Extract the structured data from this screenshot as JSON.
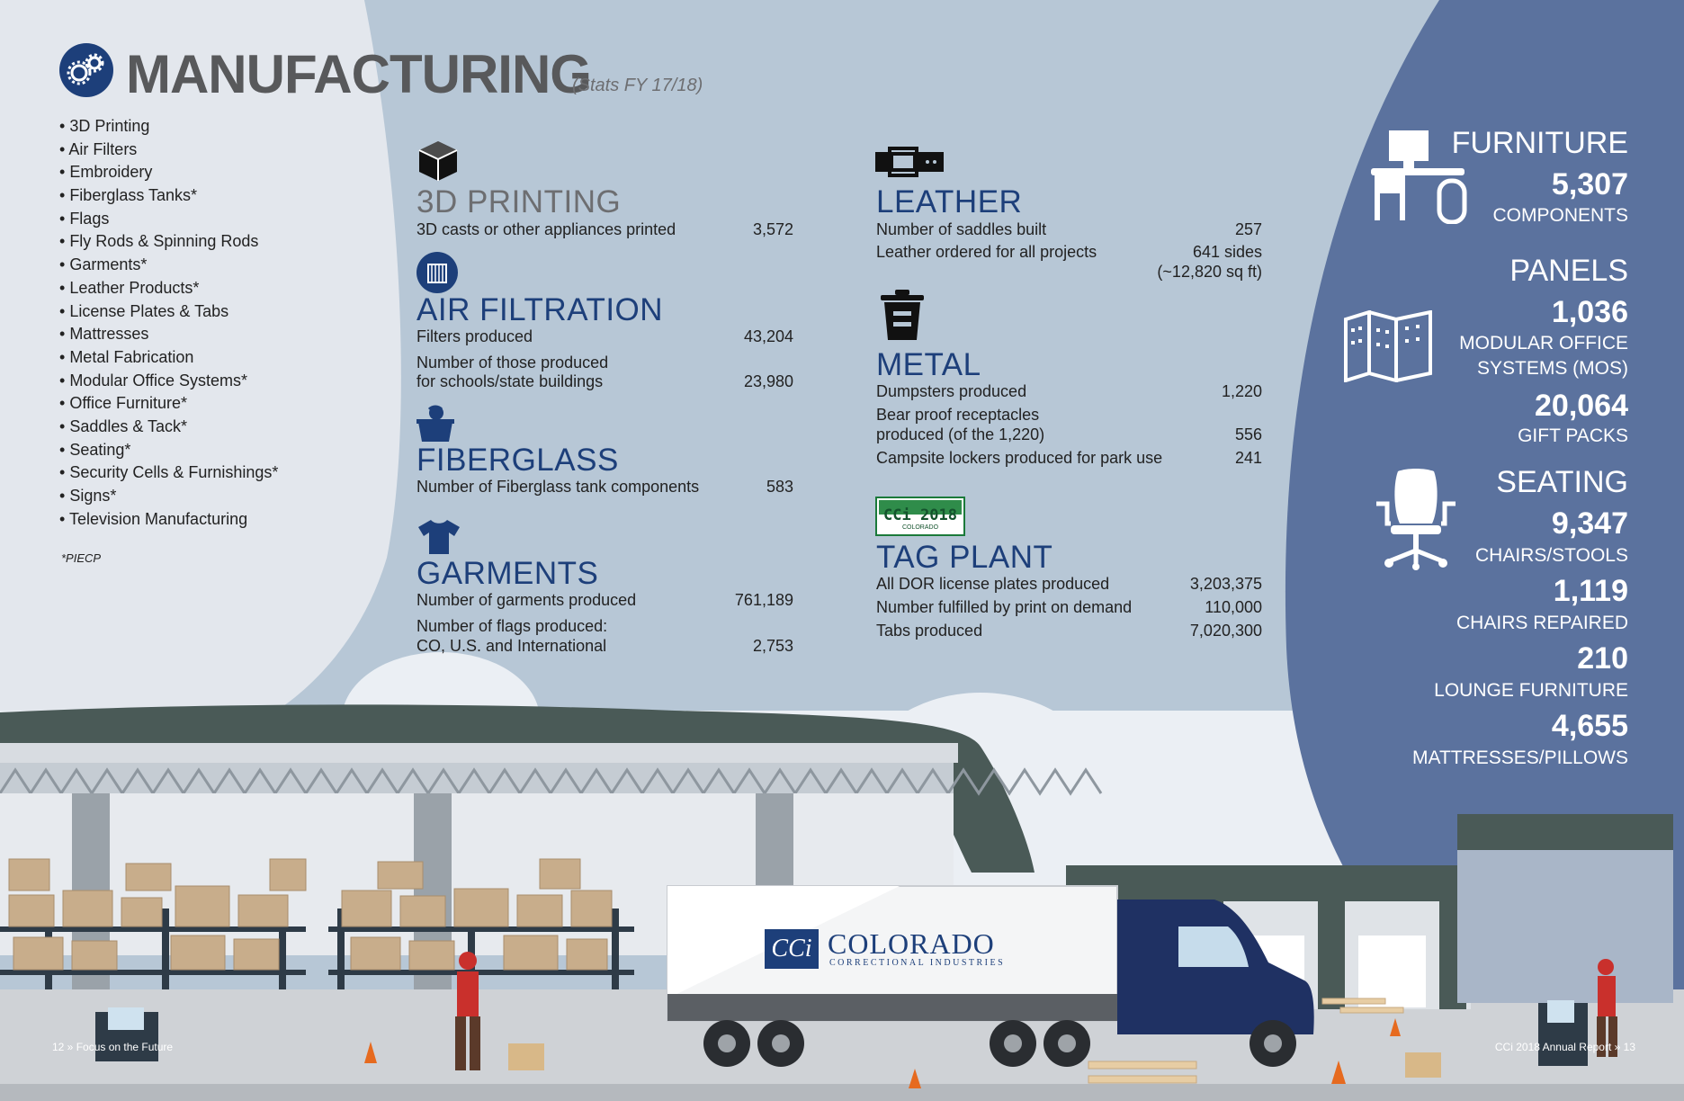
{
  "header": {
    "title": "MANUFACTURING",
    "subtitle": "(Stats FY 17/18)"
  },
  "products": [
    "3D Printing",
    "Air Filters",
    "Embroidery",
    "Fiberglass Tanks*",
    "Flags",
    "Fly Rods & Spinning Rods",
    "Garments*",
    "Leather Products*",
    "License Plates & Tabs",
    "Mattresses",
    "Metal Fabrication",
    "Modular Office Systems*",
    "Office Furniture*",
    "Saddles & Tack*",
    "Seating*",
    "Security Cells & Furnishings*",
    "Signs*",
    "Television Manufacturing"
  ],
  "note": "*PIECP",
  "sections": {
    "printing": {
      "title": "3D PRINTING",
      "rows": [
        {
          "label": "3D casts or other appliances printed",
          "value": "3,572"
        }
      ]
    },
    "air": {
      "title": "AIR FILTRATION",
      "rows": [
        {
          "label": "Filters produced",
          "value": "43,204"
        },
        {
          "label_line1": "Number of those produced",
          "label_line2": "for schools/state buildings",
          "value": "23,980"
        }
      ]
    },
    "fiberglass": {
      "title": "FIBERGLASS",
      "rows": [
        {
          "label": "Number of Fiberglass tank components",
          "value": "583"
        }
      ]
    },
    "garments": {
      "title": "GARMENTS",
      "rows": [
        {
          "label": "Number of garments produced",
          "value": "761,189"
        },
        {
          "label_line1": "Number of flags produced:",
          "label_line2": "CO, U.S. and International",
          "value": "2,753"
        }
      ]
    },
    "leather": {
      "title": "LEATHER",
      "rows": [
        {
          "label": "Number of saddles built",
          "value": "257"
        },
        {
          "label": "Leather ordered for all projects",
          "value": "641 sides",
          "value_line2": "(~12,820 sq ft)"
        }
      ]
    },
    "metal": {
      "title": "METAL",
      "rows": [
        {
          "label": "Dumpsters produced",
          "value": "1,220"
        },
        {
          "label_line1": "Bear proof receptacles",
          "label_line2": "produced (of the 1,220)",
          "value": "556"
        },
        {
          "label": "Campsite lockers produced for park use",
          "value": "241"
        }
      ]
    },
    "tag": {
      "title": "TAG PLANT",
      "plate_text": "CCi 2018",
      "plate_state": "COLORADO",
      "rows": [
        {
          "label": "All DOR license plates produced",
          "value": "3,203,375"
        },
        {
          "label": "Number fulfilled by print on demand",
          "value": "110,000"
        },
        {
          "label": "Tabs produced",
          "value": "7,020,300"
        }
      ]
    }
  },
  "right_panel": {
    "furniture": {
      "heading": "FURNITURE",
      "stats": [
        {
          "value": "5,307",
          "label": "COMPONENTS"
        }
      ]
    },
    "panels": {
      "heading": "PANELS",
      "stats": [
        {
          "value": "1,036",
          "label_line1": "MODULAR OFFICE",
          "label_line2": "SYSTEMS (MOS)"
        },
        {
          "value": "20,064",
          "label": "GIFT PACKS"
        }
      ]
    },
    "seating": {
      "heading": "SEATING",
      "stats": [
        {
          "value": "9,347",
          "label": "CHAIRS/STOOLS"
        },
        {
          "value": "1,119",
          "label": "CHAIRS REPAIRED"
        },
        {
          "value": "210",
          "label": "LOUNGE FURNITURE"
        },
        {
          "value": "4,655",
          "label": "MATTRESSES/PILLOWS"
        }
      ]
    }
  },
  "truck": {
    "brand_mark": "CCi",
    "brand_name": "COLORADO",
    "brand_sub": "CORRECTIONAL INDUSTRIES"
  },
  "footer": {
    "left": "12  »  Focus on the Future",
    "right": "CCi 2018 Annual Report  »  13"
  },
  "colors": {
    "navy": "#1d3f7a",
    "panel": "#5b729e",
    "sky": "#b7c7d6",
    "grey_text": "#58595b"
  }
}
